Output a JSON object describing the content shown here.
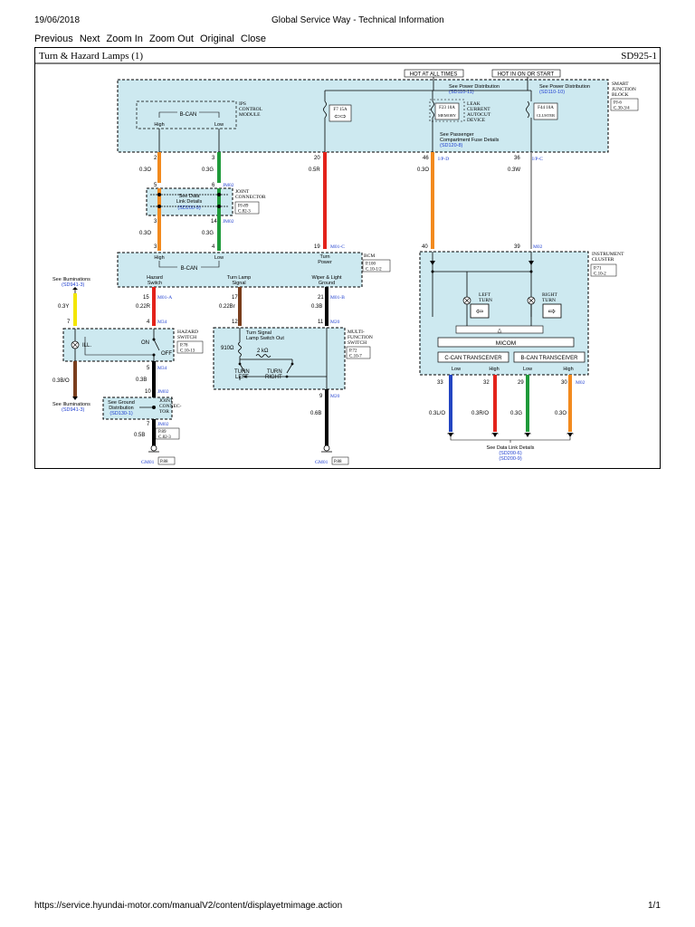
{
  "header": {
    "date": "19/06/2018",
    "title": "Global Service Way - Technical Information"
  },
  "toolbar": {
    "previous": "Previous",
    "next": "Next",
    "zoom_in": "Zoom In",
    "zoom_out": "Zoom Out",
    "original": "Original",
    "close": "Close"
  },
  "footer": {
    "url": "https://service.hyundai-motor.com/manualV2/content/displayetmimage.action",
    "page": "1/1"
  },
  "diagram": {
    "title": "Turn & Hazard Lamps (1)",
    "code": "SD925-1",
    "hot_at_all_times": "HOT AT ALL TIMES",
    "hot_in_on_or_start": "HOT IN ON OR START",
    "see_power_dist_1": "See Power Distribution",
    "sd110_11": "(SD110-11)",
    "see_power_dist_2": "See Power Distribution",
    "sd110_10": "(SD110-10)",
    "smart_junction_block": [
      "SMART",
      "JUNCTION",
      "BLOCK"
    ],
    "sjb_ref": [
      "PJ-6",
      "C.30-3/4"
    ],
    "ips_control_module": [
      "IPS",
      "CONTROL",
      "MODULE"
    ],
    "bcan_top": "B-CAN",
    "high": "High",
    "low": "Low",
    "ft15a": "F7 15A",
    "f23": "F23 10A",
    "memory": "MEMORY",
    "f44": "F44 10A",
    "cluster": "CLUSTER",
    "leak_current": [
      "LEAK",
      "CURRENT",
      "AUTOCUT",
      "DEVICE"
    ],
    "see_passenger": [
      "See Passenger",
      "Compartment Fuse Details"
    ],
    "sd120_8": "(SD120-8)",
    "pins_top": [
      "2",
      "3",
      "20",
      "46",
      "36"
    ],
    "wires_top": [
      "0.3O",
      "0.3G",
      "0.5R",
      "0.3O",
      "0.3W"
    ],
    "conn_ip_d": "I/P-D",
    "conn_ip_c": "I/P-C",
    "joint_pins_a": [
      "5",
      "6"
    ],
    "jm02": "JM02",
    "see_data_link": [
      "See Data",
      "Link Details",
      "(SD200-9)"
    ],
    "joint_connector": [
      "JOINT",
      "CONNECTOR"
    ],
    "joint_ref": [
      "PJ-89",
      "C.82-3"
    ],
    "joint_pins_b": [
      "3",
      "14"
    ],
    "wires_mid": [
      "0.3O",
      "0.3G"
    ],
    "bcm_pins": [
      "3",
      "4",
      "19"
    ],
    "m01c": "M01-C",
    "bcm_bcan": "B-CAN",
    "bcm_high": "High",
    "bcm_low": "Low",
    "turn_power": [
      "Turn",
      "Power"
    ],
    "bcm": "BCM",
    "bcm_ref": [
      "P.100",
      "C.10-1/2"
    ],
    "hazard_switch_lbl": [
      "Hazard",
      "Switch"
    ],
    "turn_lamp_signal": [
      "Turn Lamp",
      "Signal"
    ],
    "wiper_light_ground": [
      "Wiper & Light",
      "Ground"
    ],
    "pin15": "15",
    "m01a": "M01-A",
    "pin17": "17",
    "pin21": "21",
    "m01b": "M01-B",
    "see_illum_1": "See Illuminations",
    "sd941_3": "(SD941-3)",
    "w_03y": "0.3Y",
    "w_022r": "0.22R",
    "w_022br": "0.22Br",
    "w_03b_a": "0.3B",
    "pin7": "7",
    "pin4": "4",
    "m34": "M34",
    "pin12": "12",
    "pin11": "11",
    "m20": "M20",
    "hazard_switch": [
      "HAZARD",
      "SWITCH"
    ],
    "hazard_ref": [
      "P.78",
      "C.10-13"
    ],
    "ill": "ILL.",
    "on": "ON",
    "off": "OFF",
    "turn_signal_lamp_switch_out": [
      "Turn Signal",
      "Lamp Switch Out"
    ],
    "r910": "910Ω",
    "r2k": "2 kΩ",
    "turn_left": [
      "TURN",
      "LEFT"
    ],
    "turn_right": [
      "TURN",
      "RIGHT"
    ],
    "multi_function_switch": [
      "MULTI-",
      "FUNCTION",
      "SWITCH"
    ],
    "mfs_ref": [
      "P.72",
      "C.10-7"
    ],
    "pin5": "5",
    "pin10": "10",
    "pin9": "9",
    "w_03bo": "0.3B/O",
    "see_illum_2": "See Illuminations",
    "sd941_3b": "(SD941-3)",
    "w_03b_b": "0.3B",
    "see_ground_dist": [
      "See Ground",
      "Distribution",
      "(SD130-1)"
    ],
    "joint_connector_2": [
      "JOINT",
      "CONNEC-",
      "TOR"
    ],
    "jm02_b": "JM02",
    "joint2_ref": [
      "P.89",
      "C.82-3"
    ],
    "w_05b_a": "0.5B",
    "w_05b_b": "0.6B",
    "gm01": "GM01",
    "g88": "P.88",
    "pins_ic": [
      "40",
      "39"
    ],
    "m02": "M02",
    "instrument_cluster": [
      "INSTRUMENT",
      "CLUSTER"
    ],
    "ic_ref": [
      "P.71",
      "C.10-2"
    ],
    "left_turn": [
      "LEFT",
      "TURN"
    ],
    "right_turn": [
      "RIGHT",
      "TURN"
    ],
    "micom": "MICOM",
    "ccan_transceiver": "C-CAN TRANSCEIVER",
    "bcan_transceiver": "B-CAN TRANSCEIVER",
    "tr_lbls": [
      "Low",
      "High",
      "Low",
      "High"
    ],
    "ic_pins_bot": [
      "33",
      "32",
      "29",
      "30"
    ],
    "ic_wires_bot": [
      "0.3L/O",
      "0.3R/O",
      "0.3G",
      "0.3O"
    ],
    "see_data_link_2": "See Data Link Details",
    "sd200_6": "(SD200-6)",
    "sd200_9": "(SD200-9)",
    "colors": {
      "module_fill": "#cde9f0",
      "wire_orange": "#f28a1e",
      "wire_green": "#1f9a3a",
      "wire_red": "#e3231b",
      "wire_white": "#8c8c8c",
      "wire_yellow": "#f3e600",
      "wire_brown": "#7a3e1d",
      "wire_black": "#000000",
      "wire_blue": "#2345c2",
      "link_blue": "#1f3fd0"
    }
  }
}
